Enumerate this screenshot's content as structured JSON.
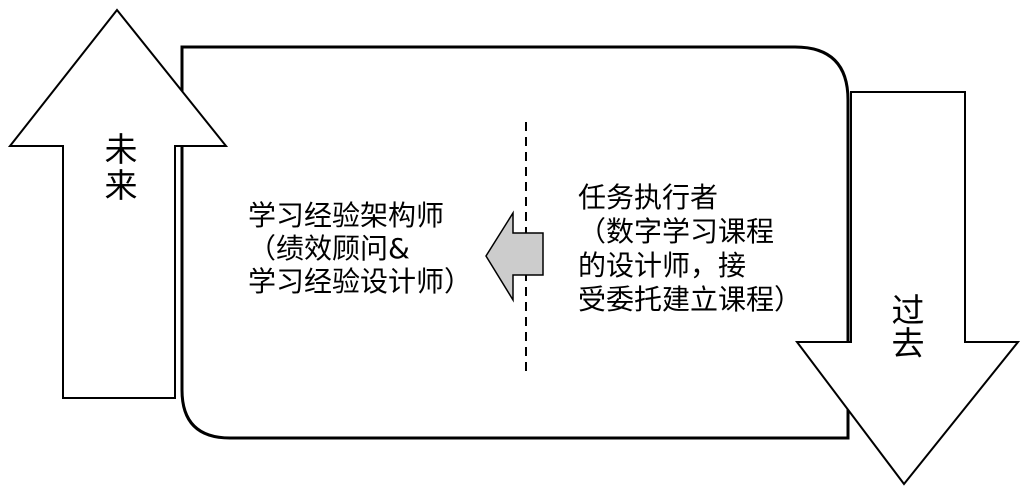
{
  "arrows": {
    "future": {
      "text": [
        "未",
        "来"
      ],
      "fill": "#ffffff",
      "stroke": "#000000"
    },
    "past": {
      "text": [
        "过",
        "去"
      ],
      "fill": "#ffffff",
      "stroke": "#000000"
    },
    "transition": {
      "fill": "#cccccc",
      "stroke": "#000000"
    }
  },
  "left_role": {
    "lines": [
      "学习经验架构师",
      "（绩效顾问&",
      "学习经验设计师）"
    ]
  },
  "right_role": {
    "lines": [
      "任务执行者",
      "（数字学习课程",
      "的设计师，接",
      "受委托建立课程）"
    ]
  }
}
